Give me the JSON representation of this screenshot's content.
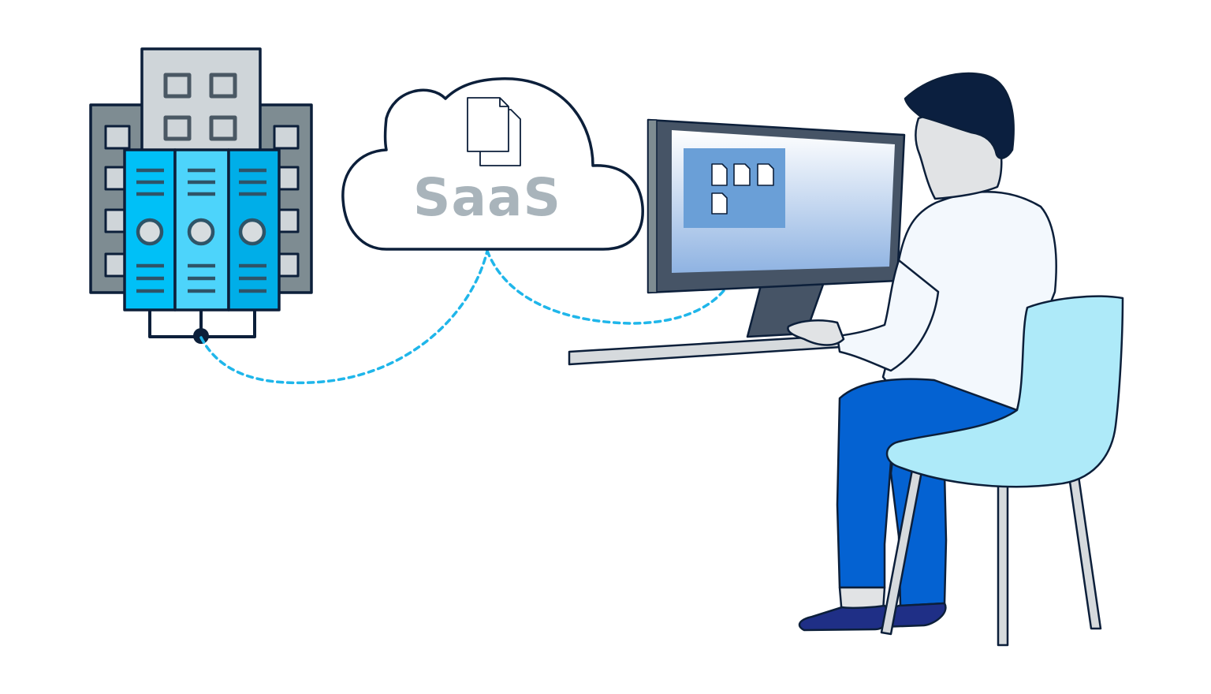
{
  "diagram": {
    "cloud": {
      "label": "SaaS"
    },
    "nodes": [
      {
        "id": "data-center",
        "kind": "on-premise servers"
      },
      {
        "id": "cloud",
        "kind": "cloud service"
      },
      {
        "id": "user",
        "kind": "person at computer"
      }
    ],
    "connections": [
      {
        "from": "data-center",
        "to": "cloud",
        "style": "dashed"
      },
      {
        "from": "cloud",
        "to": "monitor-files",
        "style": "dashed"
      }
    ]
  },
  "colors": {
    "outline": "#0c1f3a",
    "link": "#1fb6ea",
    "saas_text": "#a9b4bb",
    "building_light": "#cfd5d9",
    "building_dark": "#7e8c92",
    "server_1": "#00c0f7",
    "server_2": "#4dd4fb",
    "server_3": "#00aee8",
    "monitor_frame": "#465466",
    "screen_panel": "#6a9fd7",
    "shirt": "#f3f8fd",
    "hair": "#0b1f3f",
    "pants": "#0462d2",
    "shoes": "#1f2f86",
    "chair": "#aeeaf9",
    "desk": "#d6dadd"
  },
  "icons": {
    "cloud": "documents-icon",
    "screen": "file-icon"
  }
}
